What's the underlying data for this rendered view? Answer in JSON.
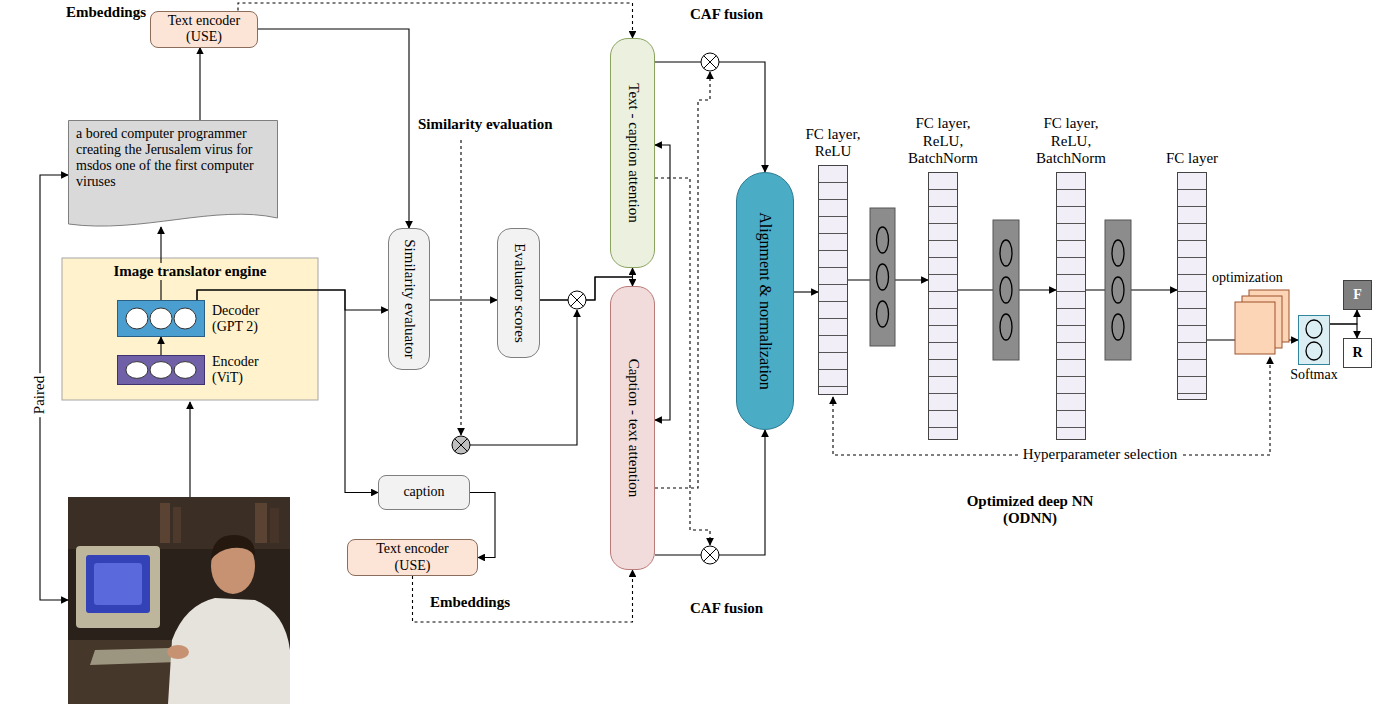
{
  "diagram": {
    "nodes": [
      {
        "text": [
          "Text encoder (USE)"
        ]
      },
      {
        "text": [
          "a bored computer programmer creating the Jerusalem virus for msdos one of the first computer viruses"
        ]
      },
      {
        "text": [
          "Image translator engine"
        ]
      },
      {
        "text": [
          "Decoder (GPT 2)"
        ],
        "in": 2
      },
      {
        "text": [
          "Encoder (ViT)"
        ],
        "in": 2
      },
      {
        "text": [
          "Similarity evaluator"
        ]
      },
      {
        "text": [
          "Evaluator scores"
        ]
      },
      {
        "text": [
          "Text - caption attention"
        ]
      },
      {
        "text": [
          "Caption - text attention"
        ]
      },
      {
        "text": [
          "Alignment & normalization"
        ]
      },
      {
        "text": [
          "caption"
        ]
      },
      {
        "text": [
          "Text encoder (USE)"
        ]
      },
      {
        "text": [
          "FC layer, ReLU"
        ]
      },
      {
        "text": [
          "FC layer, ReLU, BatchNorm"
        ]
      },
      {
        "text": [
          "FC layer, ReLU, BatchNorm"
        ]
      },
      {
        "text": [
          "FC layer"
        ]
      },
      {
        "text": [
          "Softmax"
        ]
      },
      {
        "text": [
          "F"
        ]
      },
      {
        "text": [
          "R"
        ]
      }
    ],
    "edges": [
      {
        "from": 1,
        "to": 0,
        "arrow": "to"
      },
      {
        "from": 0,
        "to": 5,
        "arrow": "to"
      },
      {
        "from": 0,
        "to": 7,
        "arrow": "to"
      },
      {
        "from": 4,
        "to": 3,
        "arrow": "to"
      },
      {
        "from": 3,
        "to": 1,
        "arrow": "to"
      },
      {
        "from": 3,
        "to": 5,
        "arrow": "to"
      },
      {
        "from": 3,
        "to": 10,
        "arrow": "to"
      },
      {
        "from": 10,
        "to": 11,
        "arrow": "to"
      },
      {
        "from": 5,
        "to": 6,
        "arrow": "to"
      },
      {
        "from": 6,
        "to": 7,
        "arrow": "to"
      },
      {
        "from": 6,
        "to": 8,
        "arrow": "to"
      },
      {
        "from": 7,
        "to": 8,
        "arrow": "both"
      },
      {
        "from": 7,
        "to": 9,
        "arrow": "to"
      },
      {
        "from": 8,
        "to": 9,
        "arrow": "to"
      },
      {
        "from": 11,
        "to": 8,
        "arrow": "to"
      },
      {
        "from": 9,
        "to": 12,
        "arrow": "to"
      },
      {
        "from": 12,
        "to": 13,
        "arrow": "to"
      },
      {
        "from": 13,
        "to": 14,
        "arrow": "to"
      },
      {
        "from": 14,
        "to": 15,
        "arrow": "to"
      },
      {
        "from": 15,
        "to": 16,
        "arrow": "to"
      },
      {
        "from": 16,
        "to": 17,
        "arrow": "to"
      },
      {
        "from": 16,
        "to": 18,
        "arrow": "to"
      }
    ],
    "labels": [
      "Embeddings",
      "Similarity evaluation",
      "CAF fusion",
      "CAF fusion",
      "Embeddings",
      "Paired",
      "optimization",
      "Hyperparameter selection",
      "Optimized deep NN (ODNN)"
    ]
  }
}
